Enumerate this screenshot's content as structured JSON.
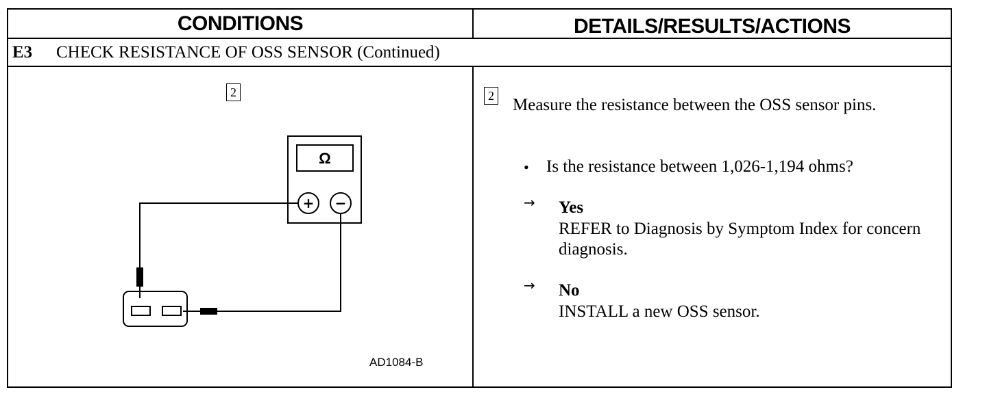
{
  "header": {
    "conditions_label": "CONDITIONS",
    "details_label": "DETAILS/RESULTS/ACTIONS"
  },
  "section": {
    "id": "E3",
    "title": "CHECK RESISTANCE OF OSS SENSOR (Continued)"
  },
  "figure": {
    "step_number": "2",
    "meter_symbol": "Ω",
    "plus_symbol": "+",
    "minus_symbol": "−",
    "figure_id": "AD1084-B"
  },
  "details": {
    "step_number": "2",
    "instruction": "Measure the resistance between the OSS sensor pins.",
    "bullet": "•",
    "question": "Is the resistance between 1,026-1,194 ohms?",
    "arrow": "→",
    "yes_label": "Yes",
    "yes_action": "REFER to Diagnosis by Symptom Index for concern diagnosis.",
    "no_label": "No",
    "no_action": "INSTALL a new OSS sensor."
  }
}
